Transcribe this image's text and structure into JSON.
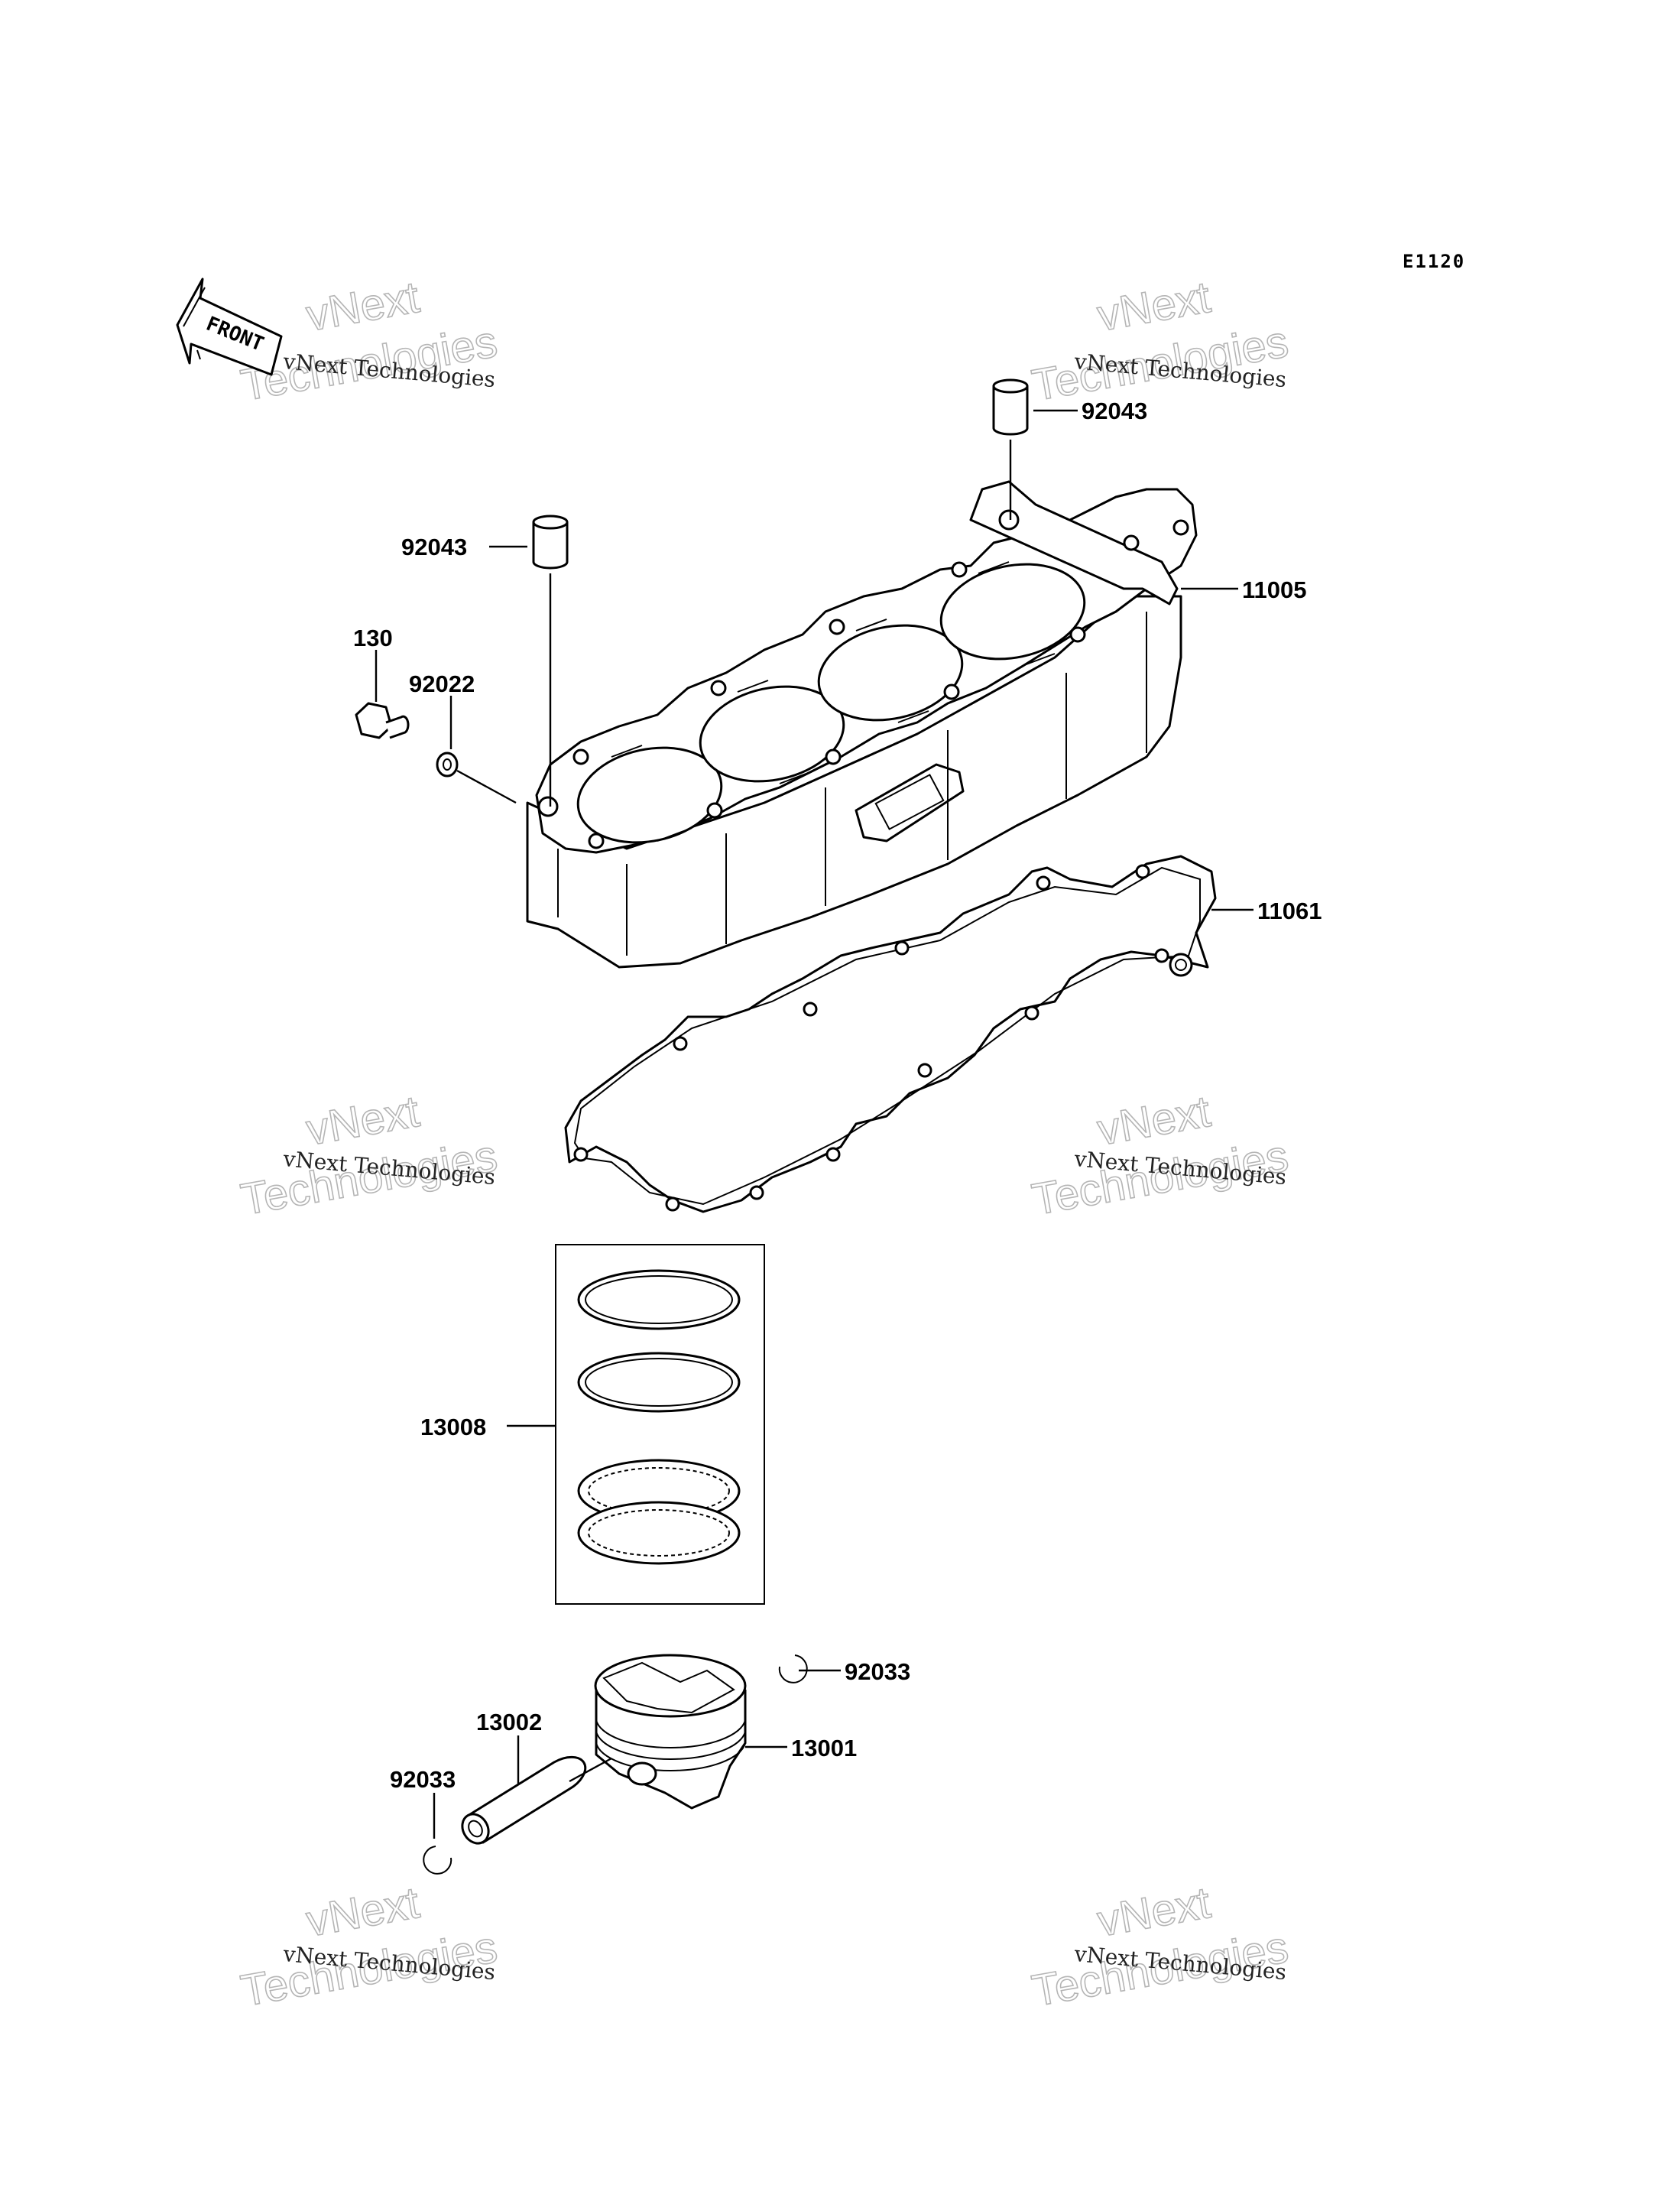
{
  "ref_code": "E1120",
  "front_label": "FRONT",
  "watermark": {
    "line1": "vNext Technologies",
    "big1": "vNext",
    "big2": "Technologies"
  },
  "callouts": {
    "dowel_top": "92043",
    "cylinder": "11005",
    "dowel_left": "92043",
    "bolt": "130",
    "washer": "92022",
    "gasket": "11061",
    "ring_set": "13008",
    "circlip_right": "92033",
    "piston": "13001",
    "pin": "13002",
    "circlip_left": "92033"
  }
}
